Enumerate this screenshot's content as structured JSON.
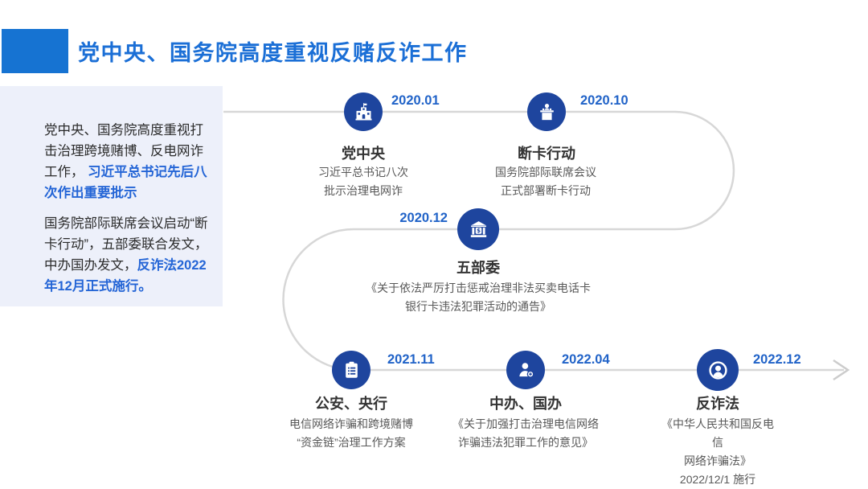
{
  "header": {
    "title": "党中央、国务院高度重视反赌反诈工作",
    "accent_color": "#1673d2",
    "title_color": "#1b6fd6"
  },
  "sidebar": {
    "bg_color": "#edf0fa",
    "highlight_color": "#2465d6",
    "para1": {
      "normal": "党中央、国务院高度重视打击治理跨境赌博、反电网诈工作， ",
      "highlight": "习近平总书记先后八次作出重要批示"
    },
    "para2": {
      "normal": "国务院部际联席会议启动“断卡行动”，五部委联合发文，中办国办发文，",
      "highlight": "反诈法2022 年12月正式施行。"
    }
  },
  "timeline": {
    "line_color": "#d7d7d7",
    "node_color": "#1e459e",
    "date_color": "#2163c8",
    "nodes": [
      {
        "date": "2020.01",
        "title": "党中央",
        "icon": "government-building-icon",
        "desc_lines": [
          "习近平总书记八次",
          "批示治理电网诈"
        ]
      },
      {
        "date": "2020.10",
        "title": "断卡行动",
        "icon": "podium-icon",
        "desc_lines": [
          "国务院部际联席会议",
          "正式部署断卡行动"
        ]
      },
      {
        "date": "2020.12",
        "title": "五部委",
        "icon": "bank-icon",
        "desc_lines": [
          "《关于依法严厉打击惩戒治理非法买卖电话卡",
          "银行卡违法犯罪活动的通告》"
        ]
      },
      {
        "date": "2021.11",
        "title": "公安、央行",
        "icon": "clipboard-list-icon",
        "desc_lines": [
          "电信网络诈骗和跨境赌博",
          "“资金链”治理工作方案"
        ]
      },
      {
        "date": "2022.04",
        "title": "中办、国办",
        "icon": "person-add-icon",
        "desc_lines": [
          "《关于加强打击治理电信网络",
          "诈骗违法犯罪工作的意见》"
        ]
      },
      {
        "date": "2022.12",
        "title": "反诈法",
        "icon": "person-circle-icon",
        "desc_lines": [
          "《中华人民共和国反电",
          "信",
          "网络诈骗法》",
          "2022/12/1 施行"
        ]
      }
    ]
  }
}
